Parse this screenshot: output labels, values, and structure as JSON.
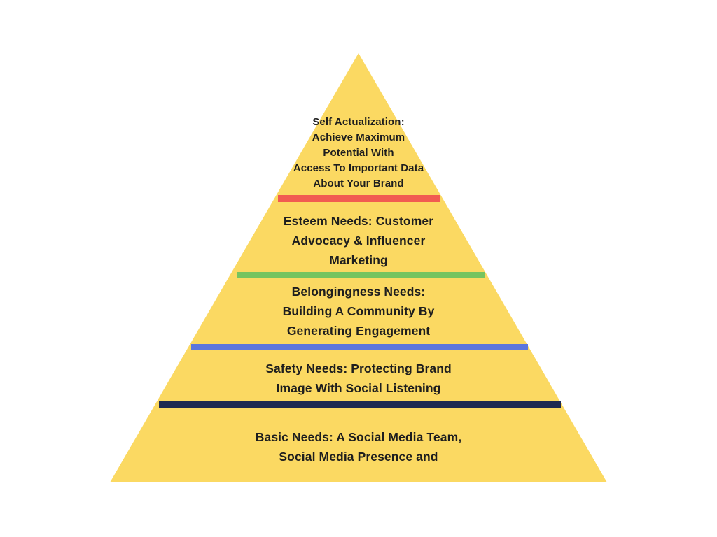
{
  "page": {
    "background_color": "#ffffff"
  },
  "pyramid": {
    "fill_color": "#fbd962",
    "text_color": "#1e1e1e",
    "levels": [
      {
        "lines": [
          "Self Actualization:",
          "Achieve Maximum",
          "Potential With",
          "Access To Important Data",
          "About Your Brand"
        ],
        "divider_color": "#f15b51"
      },
      {
        "lines": [
          "Esteem Needs: Customer",
          "Advocacy & Influencer",
          "Marketing"
        ],
        "divider_color": "#76c45f"
      },
      {
        "lines": [
          "Belongingness Needs:",
          "Building A Community By",
          "Generating Engagement"
        ],
        "divider_color": "#5c76dd"
      },
      {
        "lines": [
          "Safety Needs: Protecting Brand",
          "Image With Social Listening"
        ],
        "divider_color": "#1f2a50"
      },
      {
        "lines": [
          "Basic Needs: A Social Media Team,",
          "Social Media Presence and"
        ],
        "divider_color": ""
      }
    ]
  }
}
